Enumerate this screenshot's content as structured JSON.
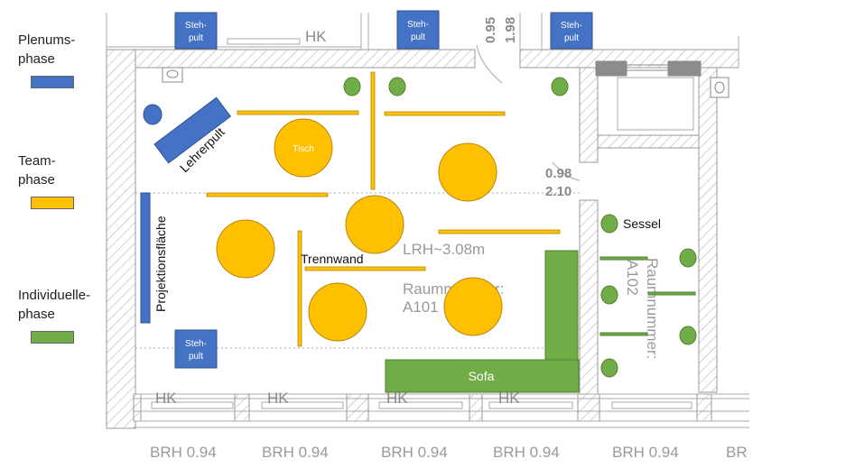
{
  "legend": {
    "plenum": {
      "label": "Plenums-\nphase",
      "color": "#4472c4"
    },
    "team": {
      "label": "Team-\nphase",
      "color": "#ffc000"
    },
    "individual": {
      "label": "Individuelle-\nphase",
      "color": "#70ad47"
    }
  },
  "plan": {
    "hk_labels": [
      "HK",
      "HK",
      "HK",
      "HK",
      "HK"
    ],
    "door_top": {
      "width": "0.95",
      "height": "1.98"
    },
    "door_side": {
      "width": "0.98",
      "height": "2.10"
    },
    "lrh": "LRH~3.08m",
    "room_number_label": "Raumnummer:",
    "room_id": "A101",
    "side_room_label": "Raumnummer:",
    "side_room_id": "A102",
    "brh_labels": [
      "BRH 0.94",
      "BRH 0.94",
      "BRH 0.94",
      "BRH 0.94",
      "BRH 0.94",
      "BR"
    ]
  },
  "furniture": {
    "stehpult": "Steh-\npult",
    "lehrerpult": "Lehrerpult",
    "projektionsflaeche": "Projektionsfläche",
    "tisch": "Tisch",
    "trennwand": "Trennwand",
    "sessel": "Sessel",
    "sofa": "Sofa"
  },
  "colors": {
    "plenum": "#4472c4",
    "team": "#ffc000",
    "individual": "#70ad47",
    "wall_outline": "#aaaaaa"
  }
}
